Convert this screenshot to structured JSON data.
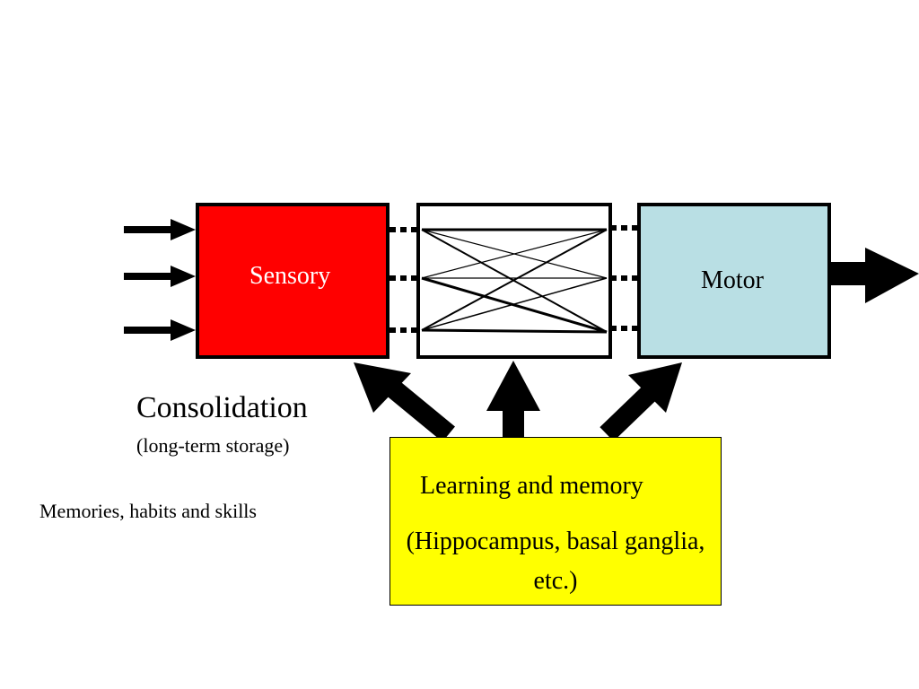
{
  "boxes": {
    "sensory": {
      "label": "Sensory",
      "color": "#ff0000"
    },
    "association": {
      "label": ""
    },
    "motor": {
      "label": "Motor",
      "color": "#b9dfe4"
    },
    "learning": {
      "title": "Learning and memory",
      "detail": "(Hippocampus, basal ganglia, etc.)",
      "color": "#ffff00"
    }
  },
  "annotations": {
    "consolidation_title": "Consolidation",
    "consolidation_sub": "(long-term storage)",
    "memories_note": "Memories, habits and skills"
  },
  "icons": {
    "input_arrows": "arrow-right-icon",
    "output_arrow": "big-arrow-right-icon",
    "feedback_arrows": "arrow-up-icon"
  }
}
